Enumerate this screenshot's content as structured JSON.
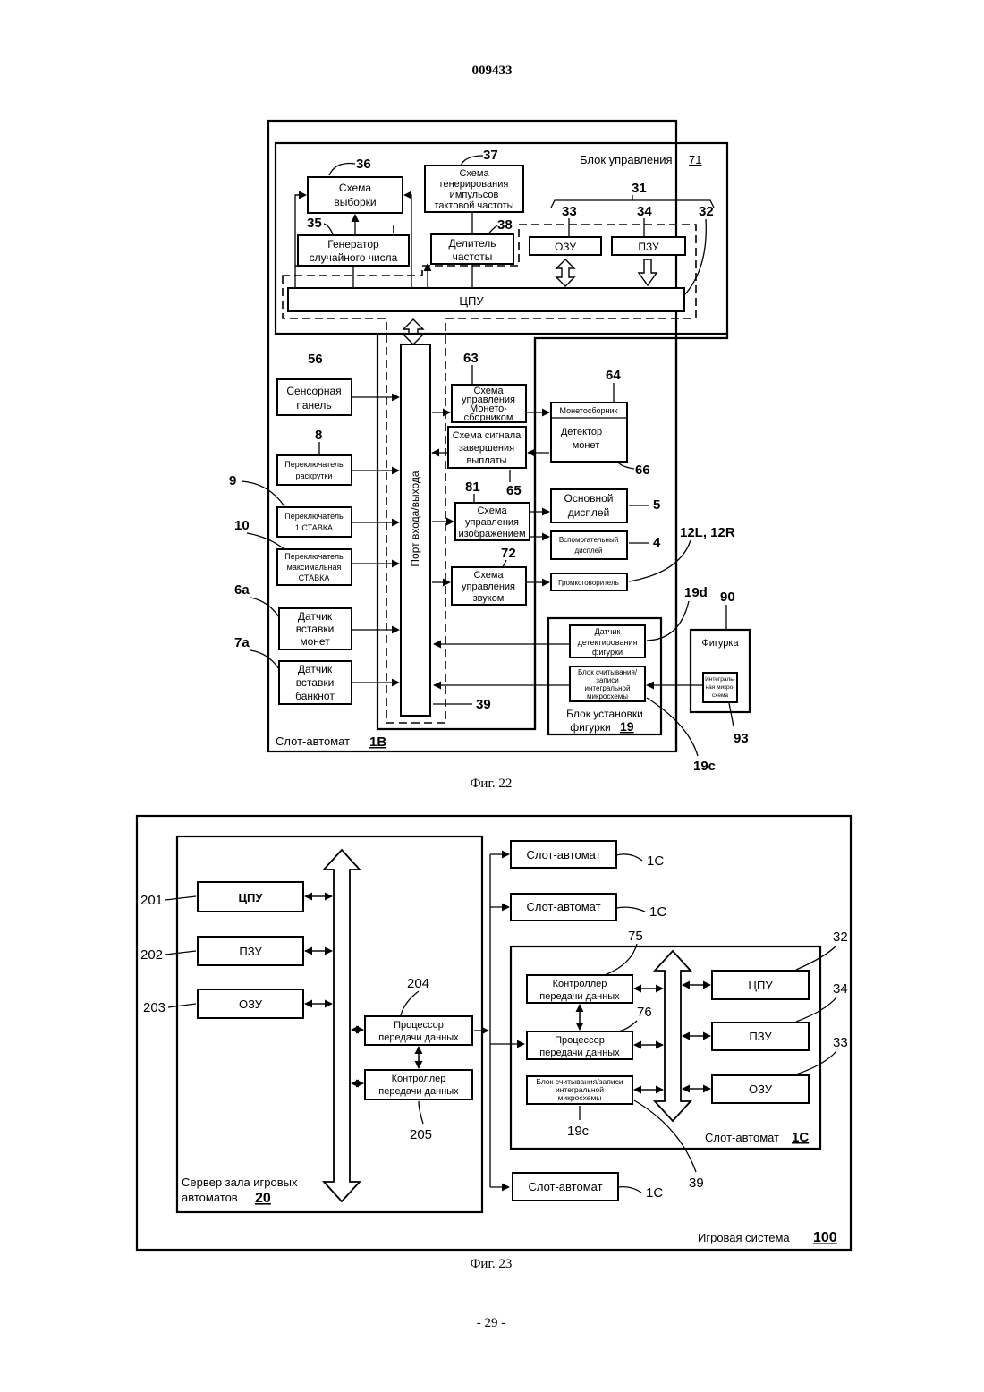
{
  "page": {
    "doc_number": "009433",
    "page_number": "- 29 -"
  },
  "fig22": {
    "caption": "Фиг. 22",
    "control_unit": "Блок управления",
    "control_unit_ref": "71",
    "slot_machine": "Слот-автомат",
    "slot_machine_ref": "1B",
    "sampling_l1": "Схема",
    "sampling_l2": "выборки",
    "rng_l1": "Генератор",
    "rng_l2": "случайного числа",
    "clock_l1": "Схема",
    "clock_l2": "генерирования",
    "clock_l3": "импульсов",
    "clock_l4": "тактовой частоты",
    "divider_l1": "Делитель",
    "divider_l2": "частоты",
    "ram": "ОЗУ",
    "rom": "ПЗУ",
    "cpu": "ЦПУ",
    "io_port": "Порт входа/выхода",
    "touch_l1": "Сенсорная",
    "touch_l2": "панель",
    "spin_l1": "Переключатель",
    "spin_l2": "раскрутки",
    "bet1_l1": "Переключатель",
    "bet1_l2": "1 СТАВКА",
    "betmax_l1": "Переключатель",
    "betmax_l2": "максимальная",
    "betmax_l3": "СТАВКА",
    "coin_sensor_l1": "Датчик",
    "coin_sensor_l2": "вставки",
    "coin_sensor_l3": "монет",
    "bill_sensor_l1": "Датчик",
    "bill_sensor_l2": "вставки",
    "bill_sensor_l3": "банкнот",
    "hopper_ctrl_l1": "Схема",
    "hopper_ctrl_l2": "управления",
    "hopper_ctrl_l3": "Монето-",
    "hopper_ctrl_l4": "сборником",
    "payout_l1": "Схема сигнала",
    "payout_l2": "завершения",
    "payout_l3": "выплаты",
    "hopper": "Монетосборник",
    "coin_det_l1": "Детектор",
    "coin_det_l2": "монет",
    "img_ctrl_l1": "Схема",
    "img_ctrl_l2": "управления",
    "img_ctrl_l3": "изображением",
    "main_disp_l1": "Основной",
    "main_disp_l2": "дисплей",
    "sub_disp_l1": "Вспомогательный",
    "sub_disp_l2": "дисплей",
    "sound_l1": "Схема",
    "sound_l2": "управления",
    "sound_l3": "звуком",
    "speaker": "Громкоговоритель",
    "fig_det_l1": "Датчик",
    "fig_det_l2": "детектирования",
    "fig_det_l3": "фигурки",
    "reader_l1": "Блок считывания/",
    "reader_l2": "записи",
    "reader_l3": "интегральной",
    "reader_l4": "микросхемы",
    "fig_unit_l1": "Блок установки",
    "fig_unit_l2": "фигурки",
    "fig_unit_ref": "19",
    "figurine": "Фигурка",
    "chip_l1": "Интеграль-",
    "chip_l2": "ная микро-",
    "chip_l3": "схема",
    "refs": {
      "r36": "36",
      "r37": "37",
      "r31": "31",
      "r35": "35",
      "r38": "38",
      "r33": "33",
      "r34": "34",
      "r32": "32",
      "r56": "56",
      "r63": "63",
      "r64": "64",
      "r8": "8",
      "r66": "66",
      "r9": "9",
      "r81": "81",
      "r65": "65",
      "r5": "5",
      "r10": "10",
      "r72": "72",
      "r4": "4",
      "r12": "12L, 12R",
      "r6a": "6a",
      "r19d": "19d",
      "r90": "90",
      "r7a": "7a",
      "r39": "39",
      "r93": "93",
      "r19c": "19c"
    }
  },
  "fig23": {
    "caption": "Фиг. 23",
    "game_system": "Игровая система",
    "game_system_ref": "100",
    "server_l1": "Сервер зала игровых",
    "server_l2": "автоматов",
    "server_ref": "20",
    "cpu": "ЦПУ",
    "rom": "ПЗУ",
    "ram": "ОЗУ",
    "proc_l1": "Процессор",
    "proc_l2": "передачи данных",
    "ctrl_l1": "Контроллер",
    "ctrl_l2": "передачи данных",
    "slot": "Слот-автомат",
    "slot_ref": "1C",
    "slot_detail": "Слот-автомат",
    "slot_detail_ref": "1C",
    "reader_l1": "Блок считывания/записи",
    "reader_l2": "интегральной",
    "reader_l3": "микросхемы",
    "refs": {
      "r201": "201",
      "r202": "202",
      "r203": "203",
      "r204": "204",
      "r205": "205",
      "r75": "75",
      "r76": "76",
      "r19c": "19c",
      "r32": "32",
      "r34": "34",
      "r33": "33",
      "r39": "39"
    }
  }
}
